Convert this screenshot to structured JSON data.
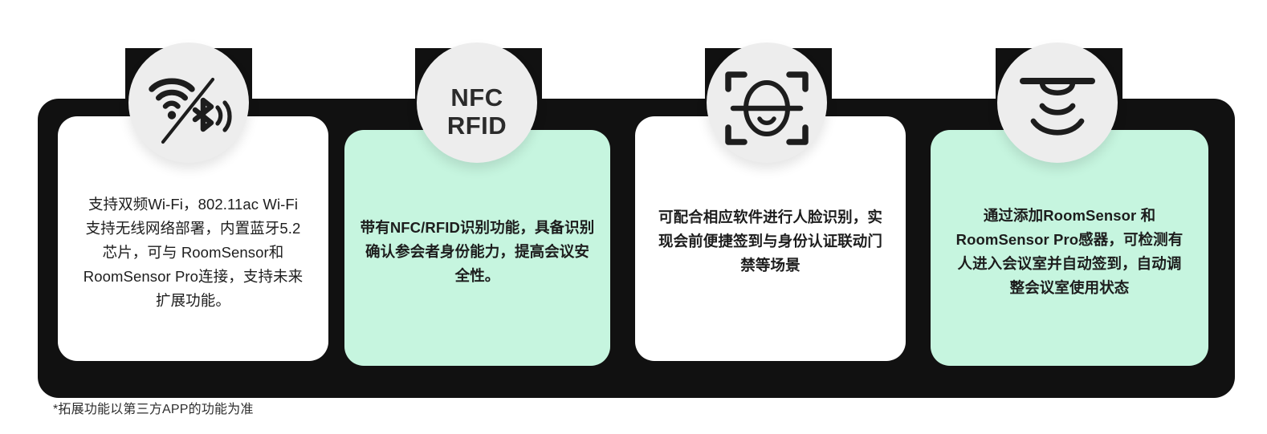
{
  "colors": {
    "backdrop": "#111111",
    "card_light": "#ffffff",
    "card_mint": "#c6f5df",
    "badge": "#ededed",
    "text": "#1d1d1d",
    "icon": "#2b2b2b"
  },
  "cards": [
    {
      "id": "wifi-bluetooth",
      "badge_type": "icon",
      "badge_icon": "wifi-bluetooth-icon",
      "badge_label": "",
      "theme": "light",
      "text": "支持双频Wi-Fi，802.11ac Wi-Fi支持无线网络部署，内置蓝牙5.2芯片，可与 RoomSensor和RoomSensor Pro连接，支持未来扩展功能。"
    },
    {
      "id": "nfc-rfid",
      "badge_type": "text",
      "badge_icon": "nfc-rfid-badge",
      "badge_label_line1": "NFC",
      "badge_label_line2": "RFID",
      "theme": "mint",
      "text": "带有NFC/RFID识别功能，具备识别确认参会者身份能力，提高会议安全性。"
    },
    {
      "id": "face-recognition",
      "badge_type": "icon",
      "badge_icon": "face-scan-icon",
      "badge_label": "",
      "theme": "light",
      "text": "可配合相应软件进行人脸识别，实现会前便捷签到与身份认证联动门禁等场景"
    },
    {
      "id": "room-sensor",
      "badge_type": "icon",
      "badge_icon": "presence-sensor-icon",
      "badge_label": "",
      "theme": "mint",
      "text": "通过添加RoomSensor 和RoomSensor Pro感器，可检测有人进入会议室并自动签到，自动调整会议室使用状态"
    }
  ],
  "footnote": "*拓展功能以第三方APP的功能为准"
}
